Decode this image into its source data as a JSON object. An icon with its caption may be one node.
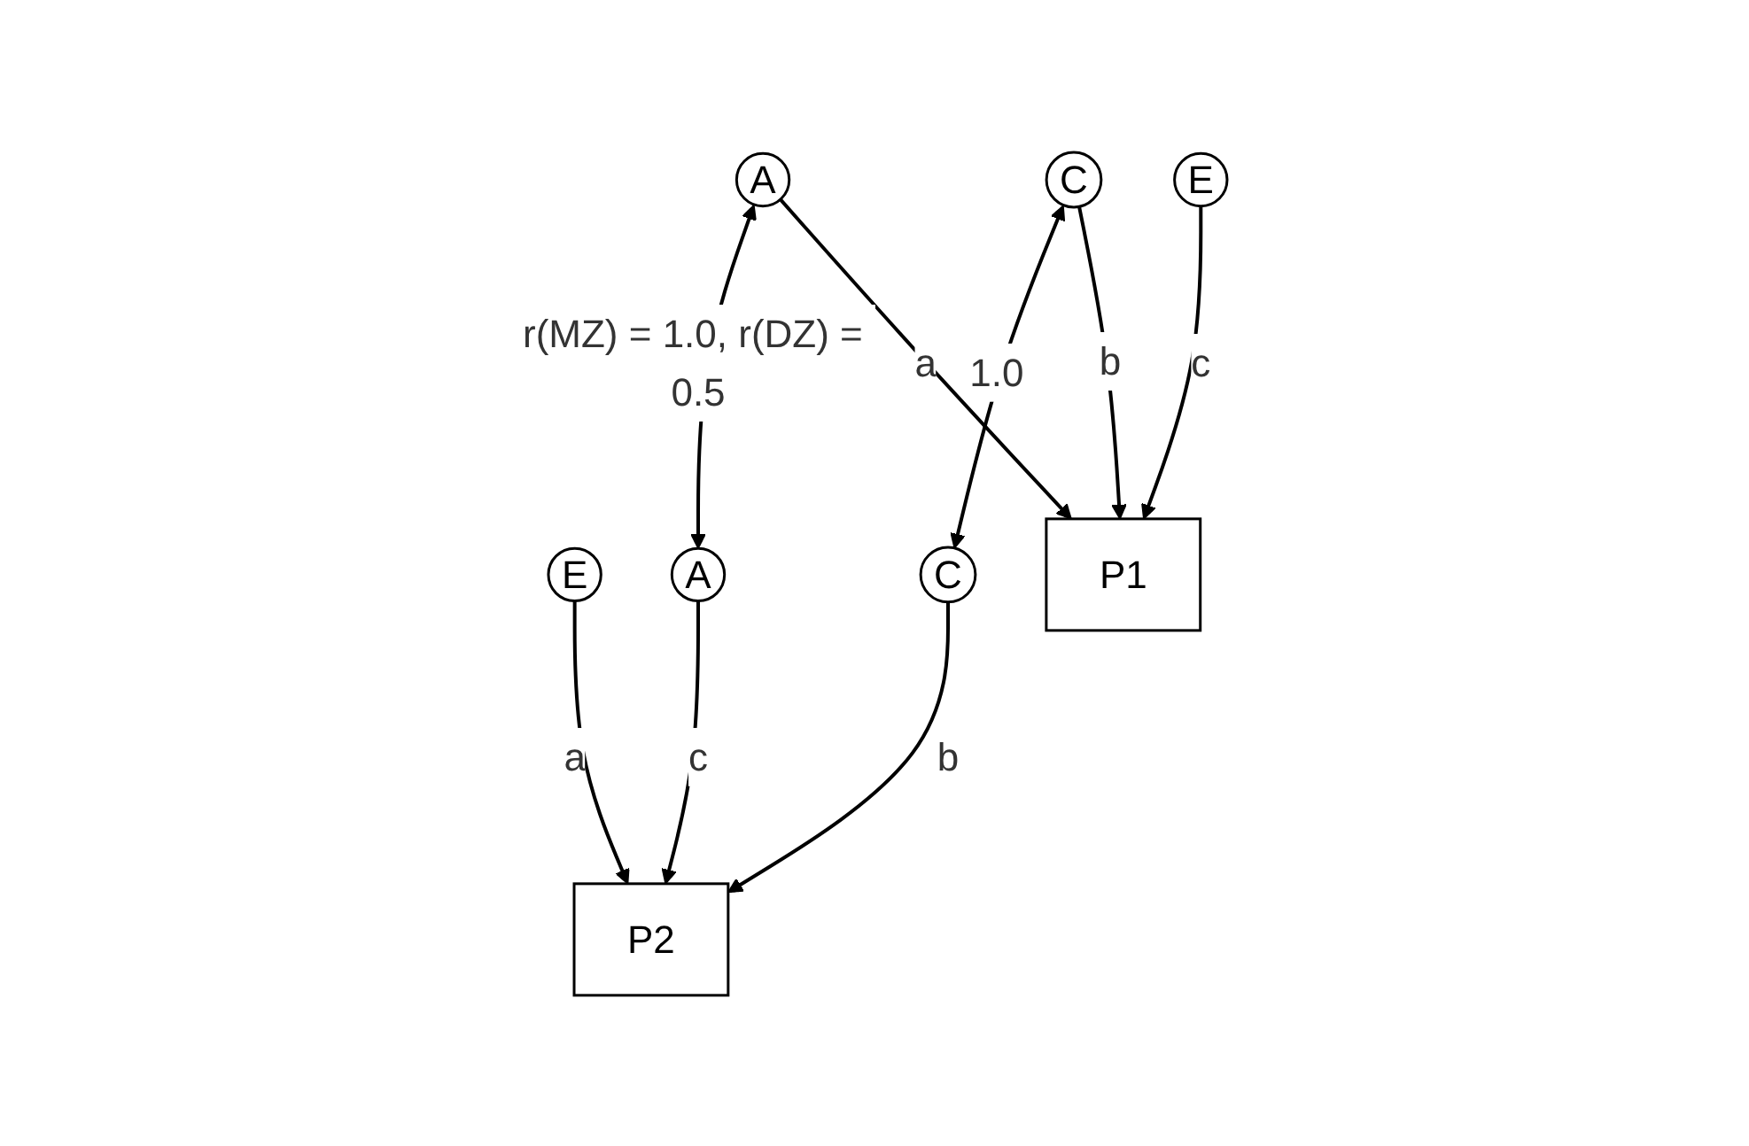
{
  "diagram": {
    "nodes": [
      {
        "text": [
          "A"
        ]
      },
      {
        "text": [
          "C"
        ]
      },
      {
        "text": [
          "E"
        ]
      },
      {
        "text": [
          "E"
        ]
      },
      {
        "text": [
          "C"
        ]
      },
      {
        "text": [
          "A"
        ]
      },
      {
        "text": [
          "P1"
        ]
      },
      {
        "text": [
          "P2"
        ]
      }
    ],
    "edges": [
      {
        "from": 0,
        "to": 5,
        "arrow": "both",
        "label": "r(MZ) = 1.0, r(DZ) = 0.5"
      },
      {
        "from": 1,
        "to": 4,
        "arrow": "both",
        "label": "1.0"
      },
      {
        "from": 0,
        "to": 6,
        "arrow": "to",
        "label": "a"
      },
      {
        "from": 1,
        "to": 6,
        "arrow": "to",
        "label": "b"
      },
      {
        "from": 2,
        "to": 6,
        "arrow": "to",
        "label": "c"
      },
      {
        "from": 3,
        "to": 7,
        "arrow": "to",
        "label": "a"
      },
      {
        "from": 4,
        "to": 7,
        "arrow": "to",
        "label": "b"
      },
      {
        "from": 5,
        "to": 7,
        "arrow": "to",
        "label": "c"
      }
    ]
  }
}
